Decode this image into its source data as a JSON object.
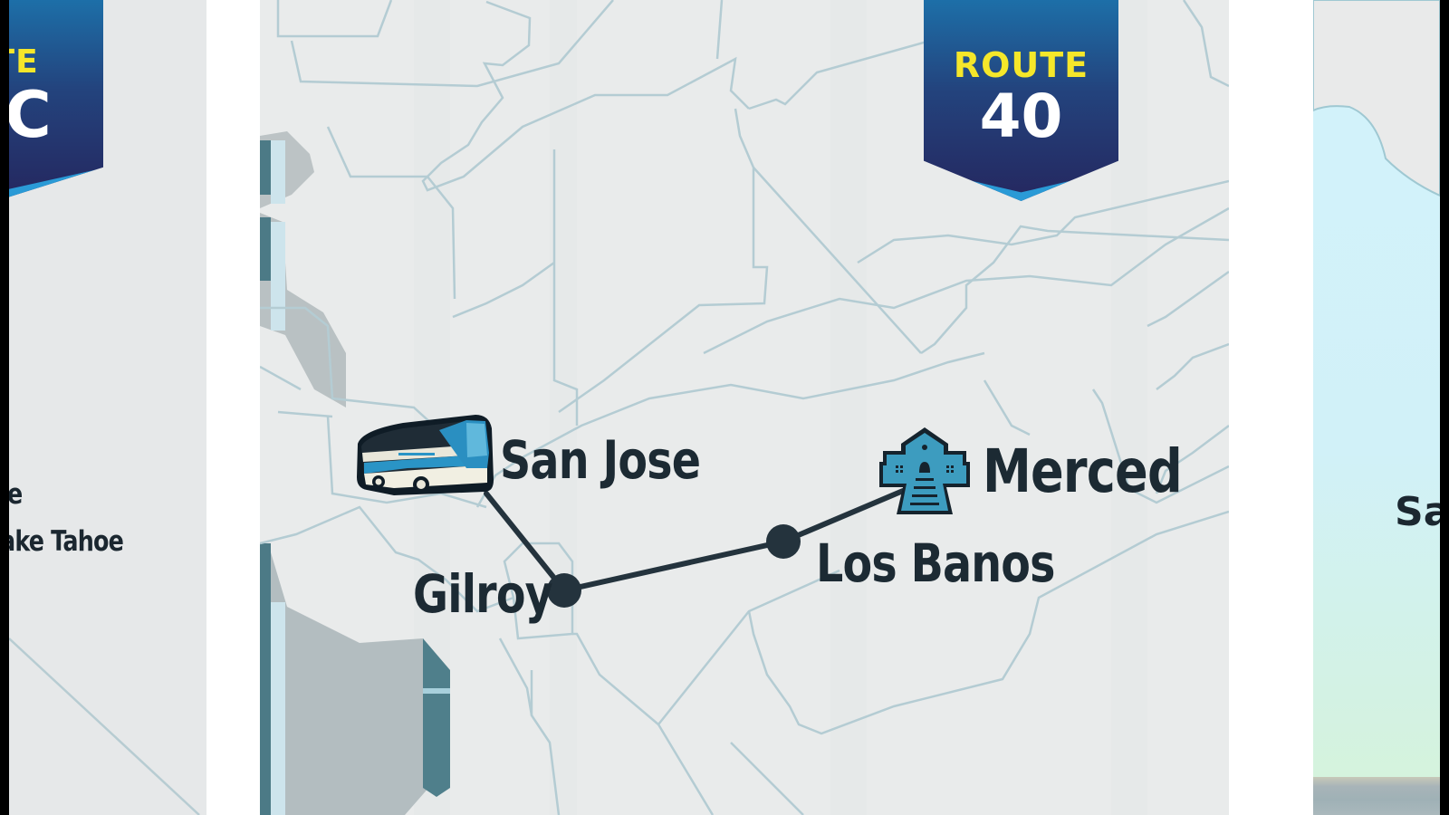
{
  "carousel": {
    "previous_card": {
      "badge": {
        "route_word": "UTE",
        "route_number": "DC"
      },
      "labels": [
        "e",
        "ake Tahoe"
      ]
    },
    "current_card": {
      "badge": {
        "route_word": "ROUTE",
        "route_number": "40"
      },
      "route_line_color": "#24333d",
      "stops": [
        {
          "name": "San Jose",
          "icon": "bus-icon",
          "role": "origin"
        },
        {
          "name": "Gilroy",
          "icon": "stop-dot",
          "role": "intermediate"
        },
        {
          "name": "Los Banos",
          "icon": "stop-dot",
          "role": "intermediate"
        },
        {
          "name": "Merced",
          "icon": "station-icon",
          "role": "destination"
        }
      ]
    },
    "next_card": {
      "label": "Sa"
    }
  },
  "colors": {
    "badge_top": "#1d6fa8",
    "badge_bottom": "#25275f",
    "badge_stripe": "#2a9ad6",
    "badge_text_route": "#f5e72a",
    "badge_text_number": "#ffffff",
    "map_land": "#e9ebeb",
    "map_borders": "#b4ccd3",
    "station_fill": "#3d9cbf",
    "label_text": "#1c2a33"
  }
}
